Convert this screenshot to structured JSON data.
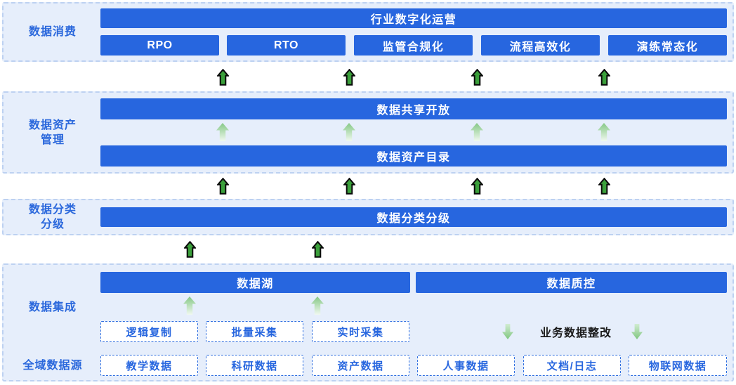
{
  "palette": {
    "bar_blue": "#2766DF",
    "panel_bg": "#E6EEFB",
    "panel_border": "#BDD1F1",
    "label_blue": "#2B68DC",
    "box_border_blue": "#2F6FE0",
    "dark_arrow_green": "#3BA03B",
    "light_arrow_green": "#85C885",
    "rectify_text_color": "#1A1A1A"
  },
  "icons": {
    "dark_up_arrow": "dark-green-up-arrow",
    "light_up_arrow": "light-green-up-arrow-gradient",
    "light_down_arrow": "light-green-down-arrow-gradient"
  },
  "sections": {
    "consume": {
      "label": "数据消费",
      "top_bar": "行业数字化运营",
      "buttons": [
        "RPO",
        "RTO",
        "监管合规化",
        "流程高效化",
        "演练常态化"
      ]
    },
    "asset": {
      "label": "数据资产\n管理",
      "share_bar": "数据共享开放",
      "catalog_bar": "数据资产目录"
    },
    "classify": {
      "label": "数据分类\n分级",
      "bar": "数据分类分级"
    },
    "integration": {
      "label": "数据集成",
      "lake_bar": "数据湖",
      "quality_bar": "数据质控",
      "collect_boxes": [
        "逻辑复制",
        "批量采集",
        "实时采集"
      ],
      "rectify_label": "业务数据整改"
    },
    "source": {
      "label": "全域数据源",
      "boxes": [
        "教学数据",
        "科研数据",
        "资产数据",
        "人事数据",
        "文档/日志",
        "物联网数据"
      ]
    }
  }
}
